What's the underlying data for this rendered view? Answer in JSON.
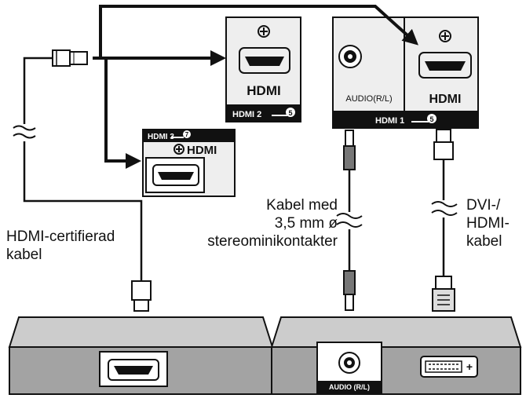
{
  "ports": {
    "hdmi2_logo": "HDMI",
    "hdmi2_label": "HDMI 2",
    "hdmi2_arc": "5",
    "hdmi3_label": "HDMI 3",
    "hdmi3_arc": "7",
    "hdmi3_logo": "HDMI",
    "audio_label": "AUDIO(R/L)",
    "hdmi1_logo": "HDMI",
    "hdmi1_label": "HDMI 1",
    "hdmi1_arc": "5",
    "plus_symbol": "+"
  },
  "labels": {
    "hdmi_cable_line1": "HDMI-certifierad",
    "hdmi_cable_line2": "kabel",
    "mini_cable_line1": "Kabel med",
    "mini_cable_line2": "3,5 mm ø",
    "mini_cable_line3": "stereominikontakter",
    "dvi_cable_line1": "DVI-/",
    "dvi_cable_line2": "HDMI-",
    "dvi_cable_line3": "kabel"
  },
  "devices": {
    "right_audio_label": "AUDIO (R/L)"
  },
  "colors": {
    "panel_fill": "#eeeeee",
    "device_fill": "#a3a3a3",
    "device_top": "#cccccc",
    "ink": "#111111"
  }
}
